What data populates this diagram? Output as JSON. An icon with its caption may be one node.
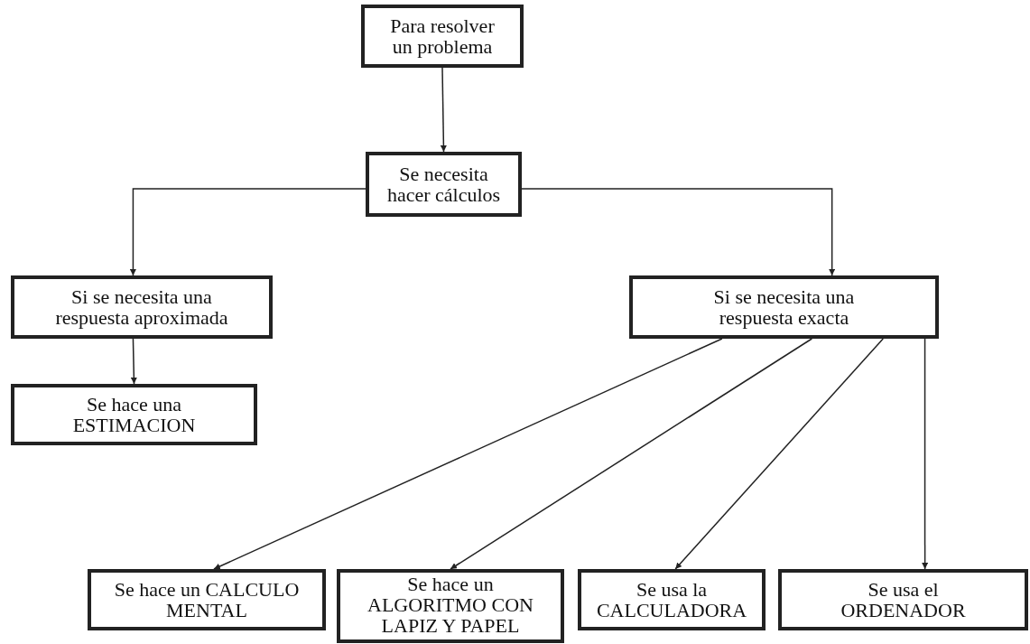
{
  "diagram": {
    "nodes": [
      {
        "text": [
          "Para resolver un problema"
        ]
      },
      {
        "text": [
          "Se necesita hacer cálculos"
        ]
      },
      {
        "text": [
          "Si se necesita una respuesta aproximada"
        ]
      },
      {
        "text": [
          "Si se necesita una respuesta exacta"
        ]
      },
      {
        "text": [
          "Se hace una ESTIMACION"
        ]
      },
      {
        "text": [
          "Se hace un CALCULO MENTAL"
        ]
      },
      {
        "text": [
          "Se hace un ALGORITMO CON LAPIZ Y PAPEL"
        ]
      },
      {
        "text": [
          "Se usa la CALCULADORA"
        ]
      },
      {
        "text": [
          "Se usa el ORDENADOR"
        ]
      }
    ],
    "edges": [
      {
        "from": 0,
        "to": 1,
        "arrow": "to"
      },
      {
        "from": 1,
        "to": 2,
        "arrow": "to"
      },
      {
        "from": 1,
        "to": 3,
        "arrow": "to"
      },
      {
        "from": 2,
        "to": 4,
        "arrow": "to"
      },
      {
        "from": 3,
        "to": 5,
        "arrow": "to"
      },
      {
        "from": 3,
        "to": 6,
        "arrow": "to"
      },
      {
        "from": 3,
        "to": 7,
        "arrow": "to"
      },
      {
        "from": 3,
        "to": 8,
        "arrow": "to"
      }
    ]
  }
}
